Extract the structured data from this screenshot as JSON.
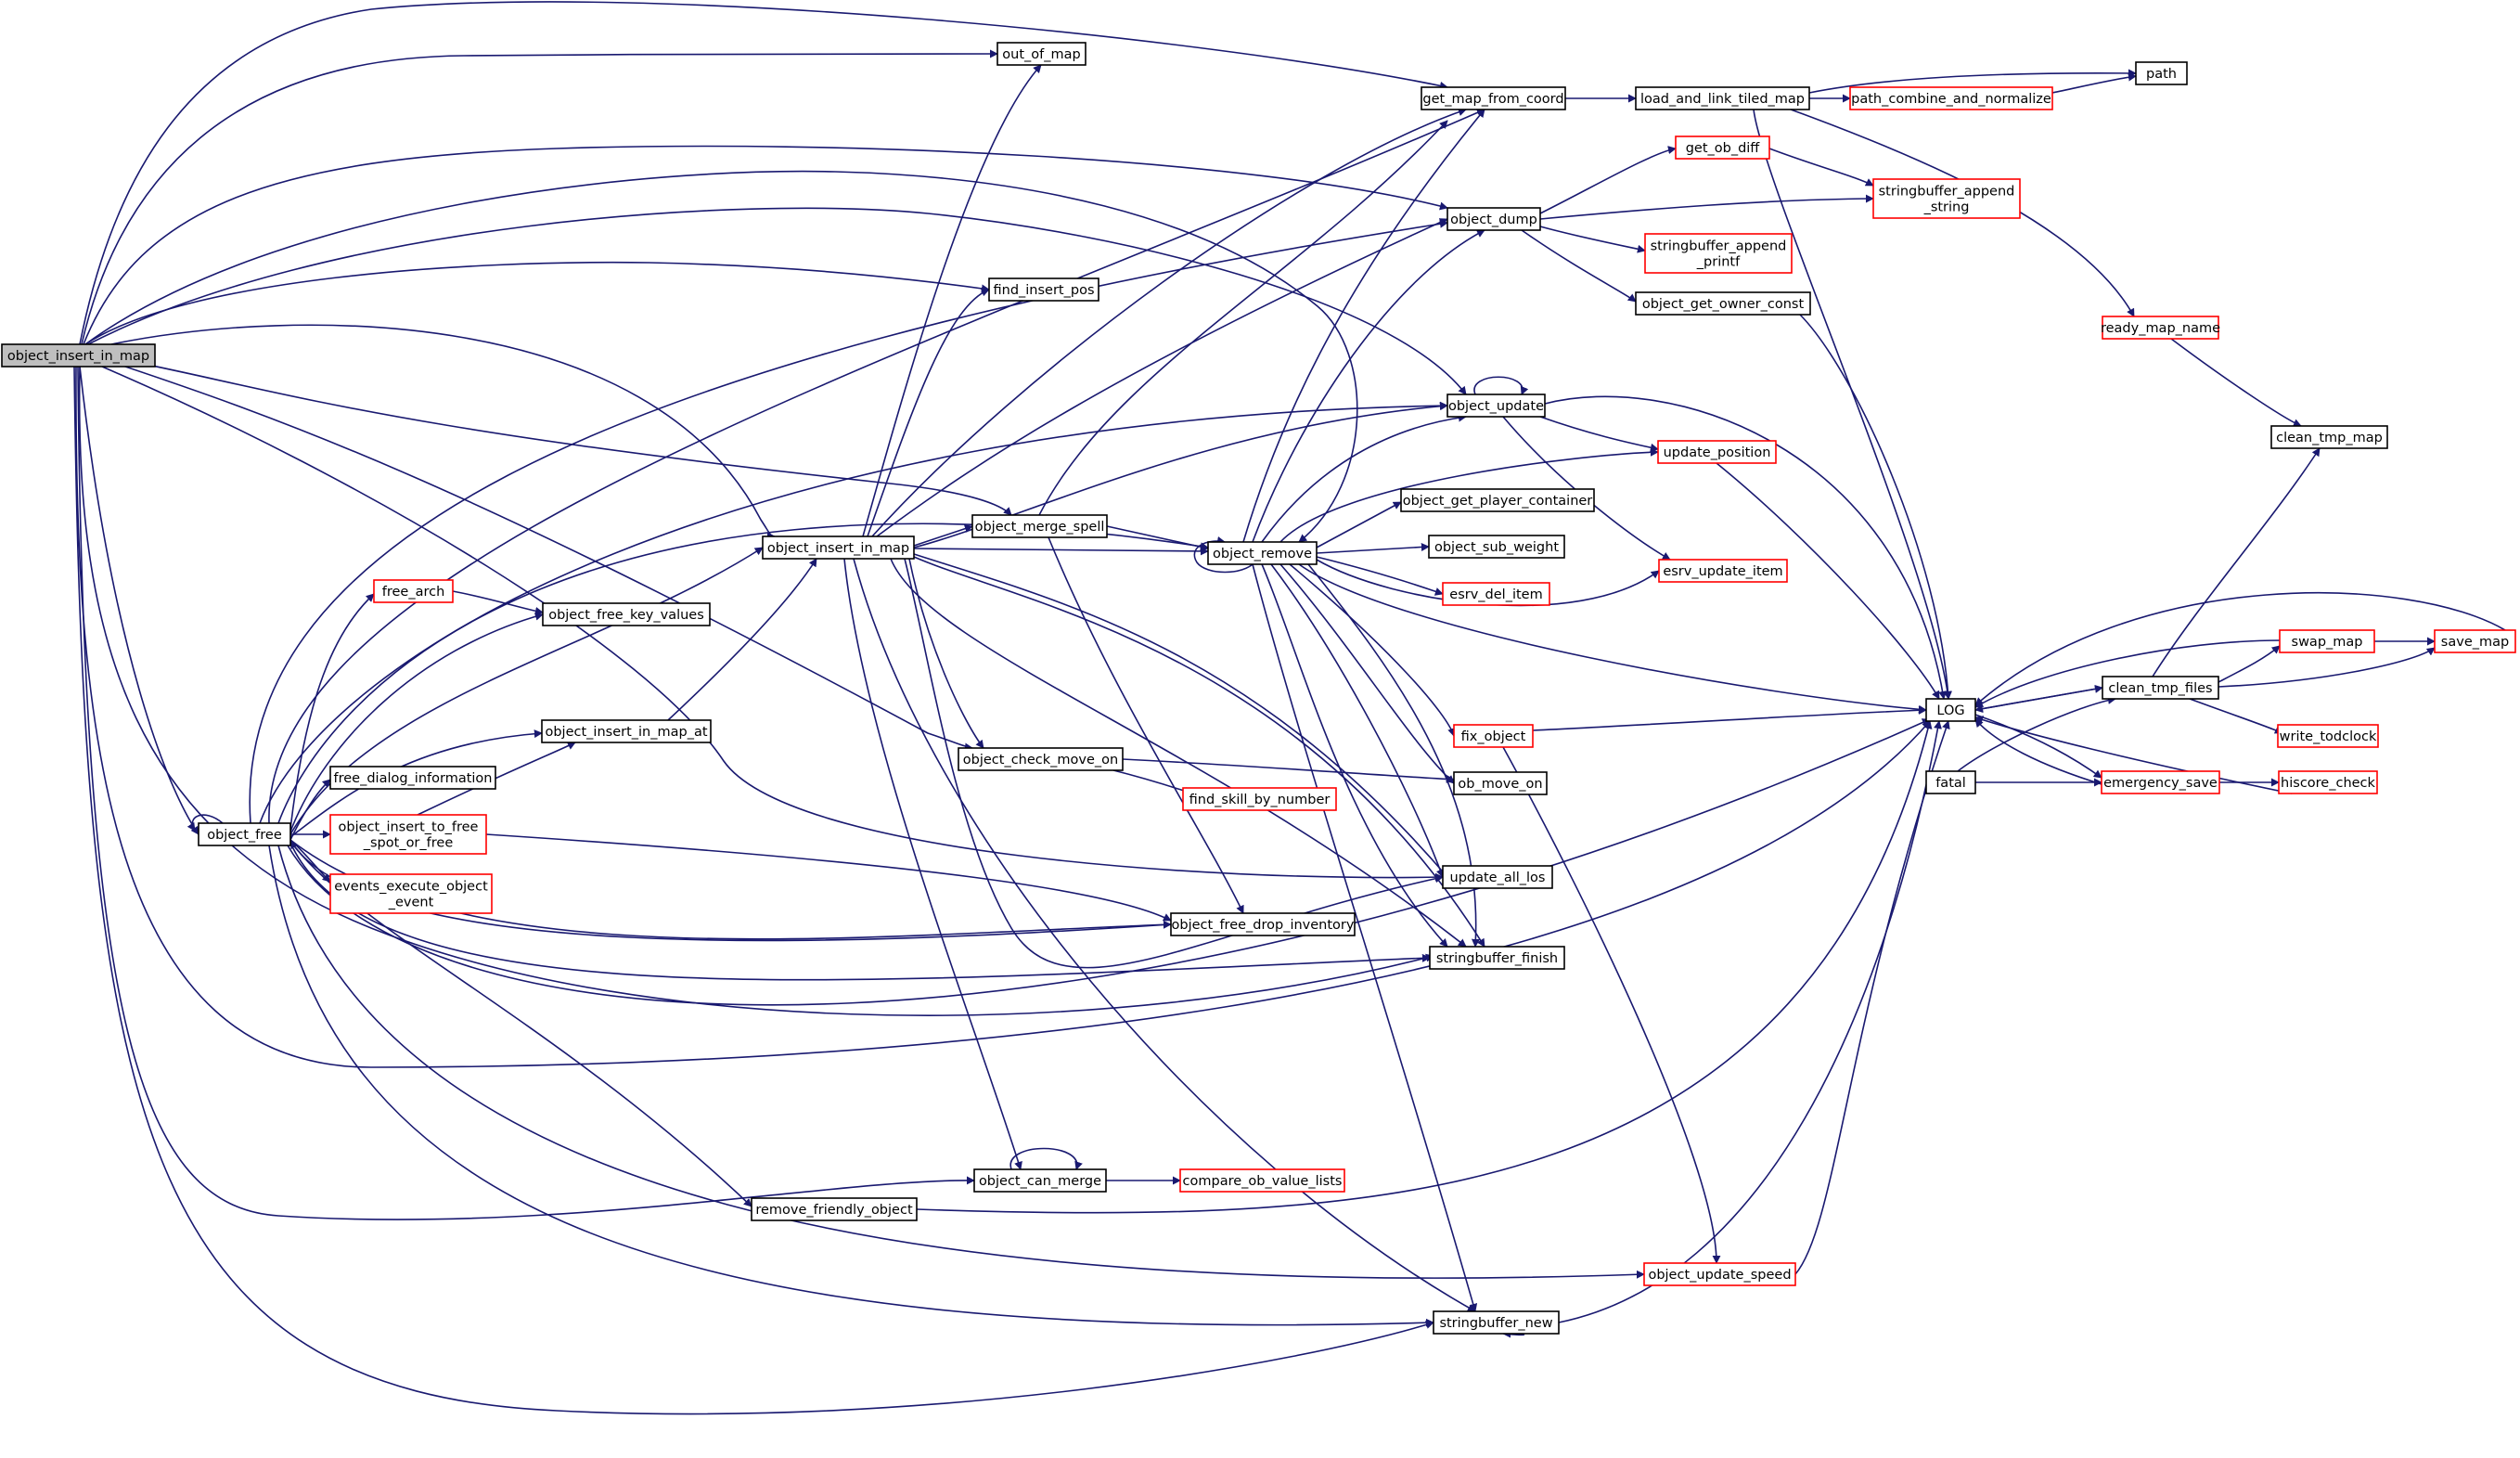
{
  "colors": {
    "edge": "#191970",
    "box_default": "#000000",
    "box_truncated": "#ff0000",
    "root_fill": "#bfbfbf",
    "node_fill": "#ffffff"
  },
  "nodes": [
    {
      "id": "object_insert_in_map_root",
      "lines": [
        "object_insert_in_map"
      ],
      "style": "root"
    },
    {
      "id": "out_of_map",
      "lines": [
        "out_of_map"
      ],
      "style": "normal"
    },
    {
      "id": "get_map_from_coord",
      "lines": [
        "get_map_from_coord"
      ],
      "style": "normal"
    },
    {
      "id": "load_and_link_tiled_map",
      "lines": [
        "load_and_link_tiled_map"
      ],
      "style": "normal"
    },
    {
      "id": "path",
      "lines": [
        "path"
      ],
      "style": "normal"
    },
    {
      "id": "path_combine_and_normalize",
      "lines": [
        "path_combine_and_normalize"
      ],
      "style": "red"
    },
    {
      "id": "get_ob_diff",
      "lines": [
        "get_ob_diff"
      ],
      "style": "red"
    },
    {
      "id": "object_dump",
      "lines": [
        "object_dump"
      ],
      "style": "normal"
    },
    {
      "id": "stringbuffer_append_string",
      "lines": [
        "stringbuffer_append",
        "_string"
      ],
      "style": "red"
    },
    {
      "id": "stringbuffer_append_printf",
      "lines": [
        "stringbuffer_append",
        "_printf"
      ],
      "style": "red"
    },
    {
      "id": "object_get_owner_const",
      "lines": [
        "object_get_owner_const"
      ],
      "style": "normal"
    },
    {
      "id": "find_insert_pos",
      "lines": [
        "find_insert_pos"
      ],
      "style": "normal"
    },
    {
      "id": "ready_map_name",
      "lines": [
        "ready_map_name"
      ],
      "style": "red"
    },
    {
      "id": "object_update",
      "lines": [
        "object_update"
      ],
      "style": "normal"
    },
    {
      "id": "clean_tmp_map",
      "lines": [
        "clean_tmp_map"
      ],
      "style": "normal"
    },
    {
      "id": "update_position",
      "lines": [
        "update_position"
      ],
      "style": "red"
    },
    {
      "id": "object_get_player_container",
      "lines": [
        "object_get_player_container"
      ],
      "style": "normal"
    },
    {
      "id": "object_insert_in_map",
      "lines": [
        "object_insert_in_map"
      ],
      "style": "normal"
    },
    {
      "id": "object_merge_spell",
      "lines": [
        "object_merge_spell"
      ],
      "style": "normal"
    },
    {
      "id": "object_remove",
      "lines": [
        "object_remove"
      ],
      "style": "normal"
    },
    {
      "id": "object_sub_weight",
      "lines": [
        "object_sub_weight"
      ],
      "style": "normal"
    },
    {
      "id": "esrv_update_item",
      "lines": [
        "esrv_update_item"
      ],
      "style": "red"
    },
    {
      "id": "free_arch",
      "lines": [
        "free_arch"
      ],
      "style": "red"
    },
    {
      "id": "esrv_del_item",
      "lines": [
        "esrv_del_item"
      ],
      "style": "red"
    },
    {
      "id": "object_free_key_values",
      "lines": [
        "object_free_key_values"
      ],
      "style": "normal"
    },
    {
      "id": "swap_map",
      "lines": [
        "swap_map"
      ],
      "style": "red"
    },
    {
      "id": "save_map",
      "lines": [
        "save_map"
      ],
      "style": "red"
    },
    {
      "id": "LOG",
      "lines": [
        "LOG"
      ],
      "style": "normal"
    },
    {
      "id": "clean_tmp_files",
      "lines": [
        "clean_tmp_files"
      ],
      "style": "normal"
    },
    {
      "id": "object_insert_in_map_at",
      "lines": [
        "object_insert_in_map_at"
      ],
      "style": "normal"
    },
    {
      "id": "fix_object",
      "lines": [
        "fix_object"
      ],
      "style": "red"
    },
    {
      "id": "write_todclock",
      "lines": [
        "write_todclock"
      ],
      "style": "red"
    },
    {
      "id": "object_check_move_on",
      "lines": [
        "object_check_move_on"
      ],
      "style": "normal"
    },
    {
      "id": "free_dialog_information",
      "lines": [
        "free_dialog_information"
      ],
      "style": "normal"
    },
    {
      "id": "fatal",
      "lines": [
        "fatal"
      ],
      "style": "normal"
    },
    {
      "id": "ob_move_on",
      "lines": [
        "ob_move_on"
      ],
      "style": "normal"
    },
    {
      "id": "emergency_save",
      "lines": [
        "emergency_save"
      ],
      "style": "red"
    },
    {
      "id": "hiscore_check",
      "lines": [
        "hiscore_check"
      ],
      "style": "red"
    },
    {
      "id": "find_skill_by_number",
      "lines": [
        "find_skill_by_number"
      ],
      "style": "red"
    },
    {
      "id": "object_free",
      "lines": [
        "object_free"
      ],
      "style": "normal"
    },
    {
      "id": "object_insert_to_free_spot_or_free",
      "lines": [
        "object_insert_to_free",
        "_spot_or_free"
      ],
      "style": "red"
    },
    {
      "id": "update_all_los",
      "lines": [
        "update_all_los"
      ],
      "style": "normal"
    },
    {
      "id": "events_execute_object_event",
      "lines": [
        "events_execute_object",
        "_event"
      ],
      "style": "red"
    },
    {
      "id": "object_free_drop_inventory",
      "lines": [
        "object_free_drop_inventory"
      ],
      "style": "normal"
    },
    {
      "id": "stringbuffer_finish",
      "lines": [
        "stringbuffer_finish"
      ],
      "style": "normal"
    },
    {
      "id": "object_can_merge",
      "lines": [
        "object_can_merge"
      ],
      "style": "normal"
    },
    {
      "id": "compare_ob_value_lists",
      "lines": [
        "compare_ob_value_lists"
      ],
      "style": "red"
    },
    {
      "id": "remove_friendly_object",
      "lines": [
        "remove_friendly_object"
      ],
      "style": "normal"
    },
    {
      "id": "object_update_speed",
      "lines": [
        "object_update_speed"
      ],
      "style": "red"
    },
    {
      "id": "stringbuffer_new",
      "lines": [
        "stringbuffer_new"
      ],
      "style": "normal"
    }
  ]
}
